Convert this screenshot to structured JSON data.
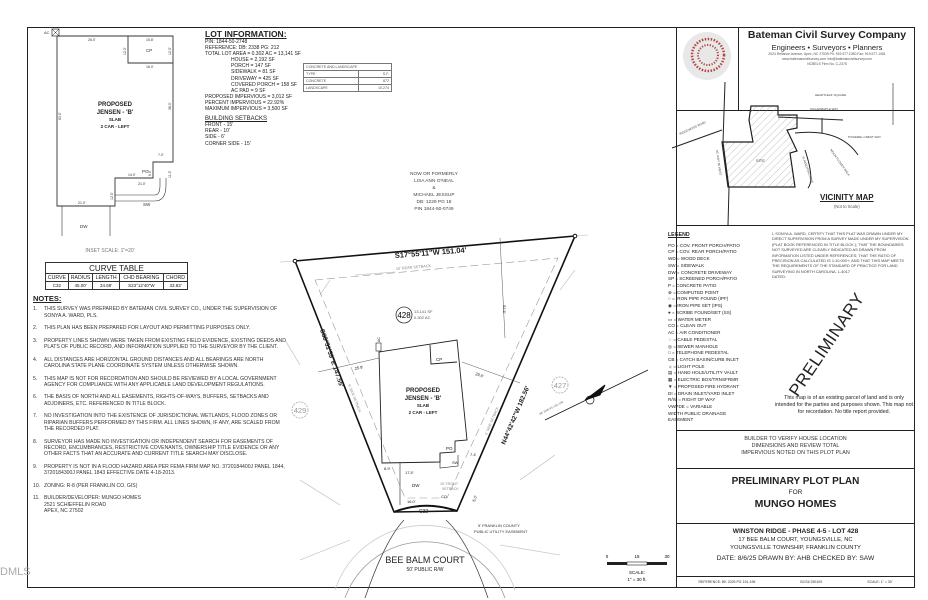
{
  "inset": {
    "ac_label": "AC",
    "cp_label": "CP",
    "house_lines": [
      "PROPOSED",
      "JENSEN - 'B'",
      "SLAB",
      "2 CAR - LEFT"
    ],
    "po_label": "PO",
    "sw_label": "SW",
    "dw_label": "DW",
    "dims": {
      "top_left": "26.0'",
      "top_cp": "15.8'",
      "cp_bottom": "16.0'",
      "cp_left": "12.3'",
      "cp_right": "12.3'",
      "left": "62.0'",
      "right": "38.0'",
      "step_top": "7.0'",
      "step_mid": "14.0'",
      "step_v1": "6.0'",
      "step_v2": "11.0'",
      "po_width": "21.0'",
      "po_v": "12.0'",
      "bottom": "21.0'"
    },
    "scale_label": "INSET SCALE: 1\"=20'"
  },
  "lot_information": {
    "heading": "LOT INFORMATION:",
    "lines": [
      "PIN: 1844-50-2748",
      "REFERENCE: DB: 2338 PG: 212",
      "TOTAL LOT AREA = 0.302 AC = 13,141 SF"
    ],
    "indented": [
      "HOUSE = 2,192 SF",
      "PORCH = 147 SF",
      "SIDEWALK = 81 SF",
      "DRIVEWAY = 425 SF",
      "COVERED PORCH = 158 SF",
      "AC PAD = 9 SF"
    ],
    "totals": [
      "PROPOSED IMPERVIOUS = 3,012 SF",
      "PERCENT IMPERVIOUS = 22.92%",
      "MAXIMUM IMPERVIOUS = 3,500 SF"
    ],
    "setbacks_heading": "BUILDING SETBACKS",
    "setbacks": [
      "FRONT - 15'",
      "REAR - 10'",
      "SIDE - 6'",
      "CORNER SIDE - 15'"
    ]
  },
  "concrete_table": {
    "title": "CONCRETE AND LANDSCAPE",
    "header": [
      "TYPE",
      "S.F."
    ],
    "rows": [
      [
        "CONCRETE",
        "872"
      ],
      [
        "LANDSCAPE",
        "10,274"
      ]
    ]
  },
  "curve_table": {
    "title": "CURVE TABLE",
    "columns": [
      "CURVE",
      "RADIUS",
      "LENGTH",
      "CHD BEARING",
      "CHORD"
    ],
    "rows": [
      [
        "C32",
        "45.00'",
        "34.68'",
        "S23°12'40\"W",
        "33.83'"
      ]
    ]
  },
  "notes": {
    "heading": "NOTES:",
    "items": [
      "THIS SURVEY WAS PREPARED BY BATEMAN CIVIL SURVEY CO., UNDER THE SUPERVISION OF SONYA A. WARD, PLS.",
      "THIS PLAN HAS BEEN PREPARED FOR LAYOUT AND PERMITTING PURPOSES ONLY.",
      "PROPERTY LINES SHOWN WERE TAKEN FROM EXISTING FIELD EVIDENCE, EXISTING DEEDS AND PLATS OF PUBLIC RECORD, AND INFORMATION SUPPLIED TO THE SURVEYOR BY THE CLIENT.",
      "ALL DISTANCES ARE HORIZONTAL GROUND DISTANCES AND ALL BEARINGS ARE NORTH CAROLINA  STATE PLANE COORDINATE SYSTEM UNLESS OTHERWISE SHOWN.",
      "THIS MAP IS NOT FOR RECORDATION AND SHOULD BE REVIEWED BY A LOCAL GOVERNMENT AGENCY FOR COMPLIANCE WITH ANY APPLICABLE LAND DEVELOPMENT REGULATIONS.",
      "THE BASIS OF NORTH AND ALL EASEMENTS, RIGHTS-OF-WAYS, BUFFERS, SETBACKS AND ADJOINERS, ETC. REFERENCED IN TITLE BLOCK.",
      "NO INVESTIGATION INTO THE EXISTENCE OF JURISDICTIONAL WETLANDS, FLOOD ZONES OR RIPARIAN BUFFERS PERFORMED BY THIS FIRM. ALL LINES SHOWN, IF ANY, ARE SCALED FROM THE RECORDED PLAT.",
      "SURVEYOR HAS MADE NO INVESTIGATION OR INDEPENDENT SEARCH FOR EASEMENTS OF RECORD, ENCUMBRANCES, RESTRICTIVE COVENANTS, OWNERSHIP TITLE EVIDENCE OR ANY OTHER FACTS THAT AN ACCURATE AND CURRENT TITLE SEARCH MAY DISCLOSE.",
      "PROPERTY IS NOT IN A FLOOD HAZARD AREA PER FEMA FIRM MAP NO. 3720184400J PANEL 1844, 3720184300J PANEL 1843 EFFECTIVE DATE 4-18-2013.",
      "ZONING:   R-8 (PER FRANKLIN CO. GIS)",
      "BUILDER/DEVELOPER:  MUNGO HOMES\n2521 SCHIEFFELIN ROAD\nAPEX, NC 27502"
    ]
  },
  "adjoiner": [
    "NOW OR FORMERLY",
    "LISA ANN  O'NEAL",
    "&",
    "MICHAEL JESSUP",
    "DB: 1229 PG 18",
    "PIN 1844-50-0749"
  ],
  "plot": {
    "top_bearing": "S17°55'11\"W   151.04'",
    "left_bearing": "S68°51'59\"E   147.55'",
    "right_bearing": "N44°42'42\"W   182.56'",
    "rear_setback": "10' REAR SETBACK",
    "side_setback": "6' SIDE SETBACK",
    "front_setback": [
      "15' FRONT",
      "SETBACK"
    ],
    "lot_number": "428",
    "lot_area_sf": "13,141 SF",
    "lot_area_ac": "0.302 AC",
    "adjacent_lots": [
      "429",
      "427"
    ],
    "house_lines": [
      "PROPOSED",
      "JENSEN - 'B'",
      "SLAB",
      "2 CAR - LEFT"
    ],
    "labels": {
      "cp": "CP",
      "po": "PO",
      "sw": "SW",
      "dw": "DW",
      "ac": "AC",
      "co": "CO",
      "curve": "C32"
    },
    "dims": {
      "rear": "52.6'",
      "left": "25.9'",
      "right": "29.6'",
      "po": "7.4'",
      "front_left": "8.9'",
      "dw_top": "17.5'",
      "dw_bottom": "16.0'",
      "easement": "5.0'"
    },
    "easement_label": [
      "5' FRANKLIN COUNTY",
      "PUBLIC UTILITY EASEMENT"
    ],
    "street_name": "BEE BALM COURT",
    "street_rw": "50' PUBLIC R/W",
    "reference_tag": "BK 2025 PG 191-195"
  },
  "scale_bar": {
    "ticks": [
      "0",
      "15",
      "30"
    ],
    "label": "SCALE:",
    "value": "1\" = 30 ft."
  },
  "company": {
    "name": "Bateman Civil Survey Company",
    "tagline": "Engineers  •  Surveyors  •  Planners",
    "address": "2524 Reliance Avenue, Apex, NC 27539   Ph: 919.577.1080  Fax: 919.577.1081",
    "web": "www.batemancivilsurvey.com        info@batemancivilsurvey.com",
    "license": "NCBELS Firm No. C-2378"
  },
  "vicinity_map": {
    "title": "VICINITY MAP",
    "subtitle": "(Not to Scale)",
    "roads": [
      "RIDGEWOOD ROAD",
      "NC HWY 96 WEST",
      "HEARTLEAF SQUARE",
      "SUGARMAPLE WAY",
      "PICKEREL CREST WAY",
      "MOON FLOWER WALK",
      "FLAXBOTON DRIVE"
    ],
    "site_label": "SITE"
  },
  "legend": {
    "heading": "LEGEND",
    "items": [
      "PO  = COV. FRONT PORCH/PATIO",
      "CP  = COV. REAR PORCH/PATIO",
      "WD = WOOD DECK",
      "SW = SIDEWALK",
      "DW = CONCRETE DRIVEWAY",
      "SP  = SCREENED PORCH/PATIO",
      "P    = CONCRETE PATIO",
      "⊗    = COMPUTED POINT",
      "○    = IRON PIPE FOUND (IPF)",
      "◉    = IRON PIPE SET (IPS)",
      "●    = SCRIBE FOUND/SET (SS)",
      "▭  = WATER METER",
      "CO  = CLEAN OUT",
      "AC  = AIR CONDITIONER",
      "♢    = CABLE PEDESTAL",
      "◎    = SEWER MANHOLE",
      "□  = TELEPHONE PEDESTAL",
      "CB  = CATCH BASIN/CURB INLET",
      "☼    = LIGHT POLE",
      "▤  = HAND HOLE/UTILITY VAULT",
      "▦  = ELECTRIC BOX/TRNSFRMR",
      "▼    = PROPOSED FIRE HYDRANT",
      "DI   = DRAIN INLET/YARD INLET",
      "R/W = RIGHT OF WAY",
      "VWPDE = VARIABLE\nWIDTH PUBLIC DRAINAGE\nEASEMENT"
    ]
  },
  "certification": "I, SONYA A. WARD, CERTIFY THAT THIS PLAT WAS DRAWN UNDER MY DIRECT SUPERVISION FROM A SURVEY MADE UNDER MY SUPERVISION (PLAT BOOK REFERENCED IN TITLE BLOCK ); THAT THE BOUNDARIES NOT SURVEYED ARE CLEARLY INDICATED AS DRAWN FROM INFORMATION LISTED UNDER REFERENCES; THAT THE RATIO OF PRECISION AS CALCULATED IS 1:10,000+; AND THAT THIS MAP MEETS THE REQUIREMENTS OF THE STANDARD OF PRACTICE FOR LAND SURVEYING IN NORTH CAROLINA. L-4017\nDATED:",
  "watermark": "PRELIMINARY",
  "disclaimer": "This map is of an existing parcel of land and is only intended for the parties and purposes shown. This map not for recordation. No title report provided.",
  "builder_note": [
    "BUILDER TO VERIFY HOUSE LOCATION",
    "DIMENSIONS AND REVIEW TOTAL",
    "IMPERVIOUS NOTED ON THIS PLOT PLAN"
  ],
  "title_block": {
    "title": "PRELIMINARY PLOT PLAN",
    "for": "FOR",
    "client": "MUNGO HOMES",
    "project": "WINSTON RIDGE - PHASE 4-5 - LOT 428",
    "address": "17 BEE BALM COURT, YOUNGSVILLE, NC",
    "township": "YOUNGSVILLE TOWNSHIP, FRANKLIN COUNTY",
    "date_line": "DATE: 8/6/25   DRAWN BY: AHB   CHECKED BY: SAW",
    "reference": "REFERENCE: BK 2025 PG 191-195",
    "bcs": "BCS# 250109",
    "scale": "SCALE: 1\" = 30'"
  },
  "side_logo": "DMLS"
}
